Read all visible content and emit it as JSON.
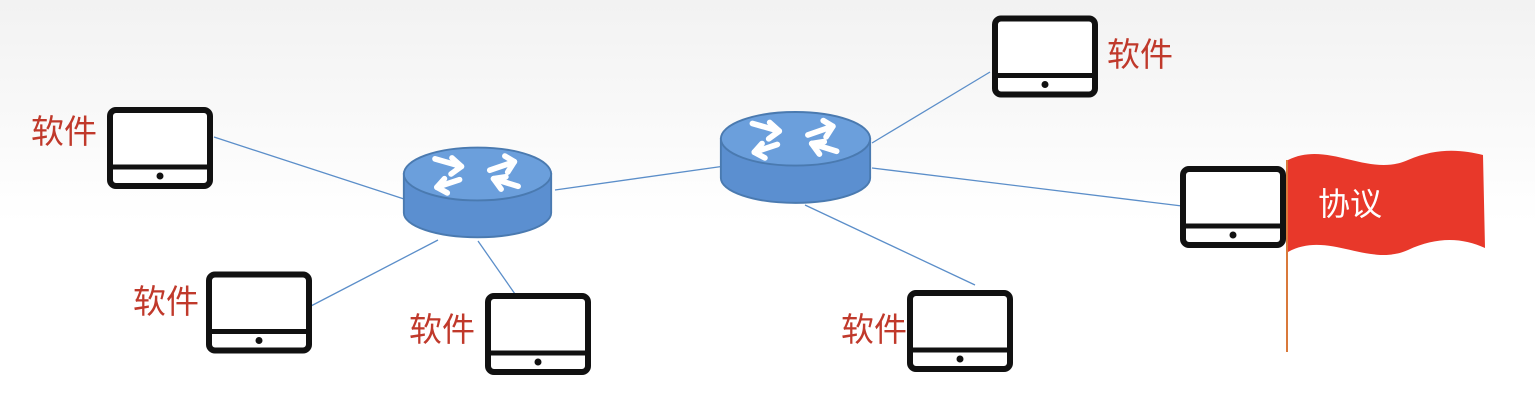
{
  "colors": {
    "link": "#5b8ec9",
    "router_fill": "#5b8fd0",
    "router_top": "#6b9fdc",
    "router_stroke": "#4a7ab0",
    "monitor_stroke": "#111111",
    "software_label": "#c0392b",
    "flag_fill": "#e8382a",
    "flag_pole": "#d9793a",
    "flag_text": "#ffffff"
  },
  "icons": {
    "computer": "monitor-icon",
    "router": "router-icon",
    "protocol": "flag-icon"
  },
  "labels": {
    "software": "软件",
    "protocol": "协议"
  },
  "nodes": {
    "routers": [
      "router-left",
      "router-right"
    ],
    "computers": [
      "pc-top-right",
      "pc-left-upper",
      "pc-left-lower",
      "pc-center-bottom",
      "pc-right-bottom",
      "pc-right-flag"
    ]
  },
  "links": [
    [
      "router-left",
      "router-right"
    ],
    [
      "router-left",
      "pc-left-upper"
    ],
    [
      "router-left",
      "pc-left-lower"
    ],
    [
      "router-left",
      "pc-center-bottom"
    ],
    [
      "router-right",
      "pc-top-right"
    ],
    [
      "router-right",
      "pc-right-bottom"
    ],
    [
      "router-right",
      "pc-right-flag"
    ]
  ]
}
